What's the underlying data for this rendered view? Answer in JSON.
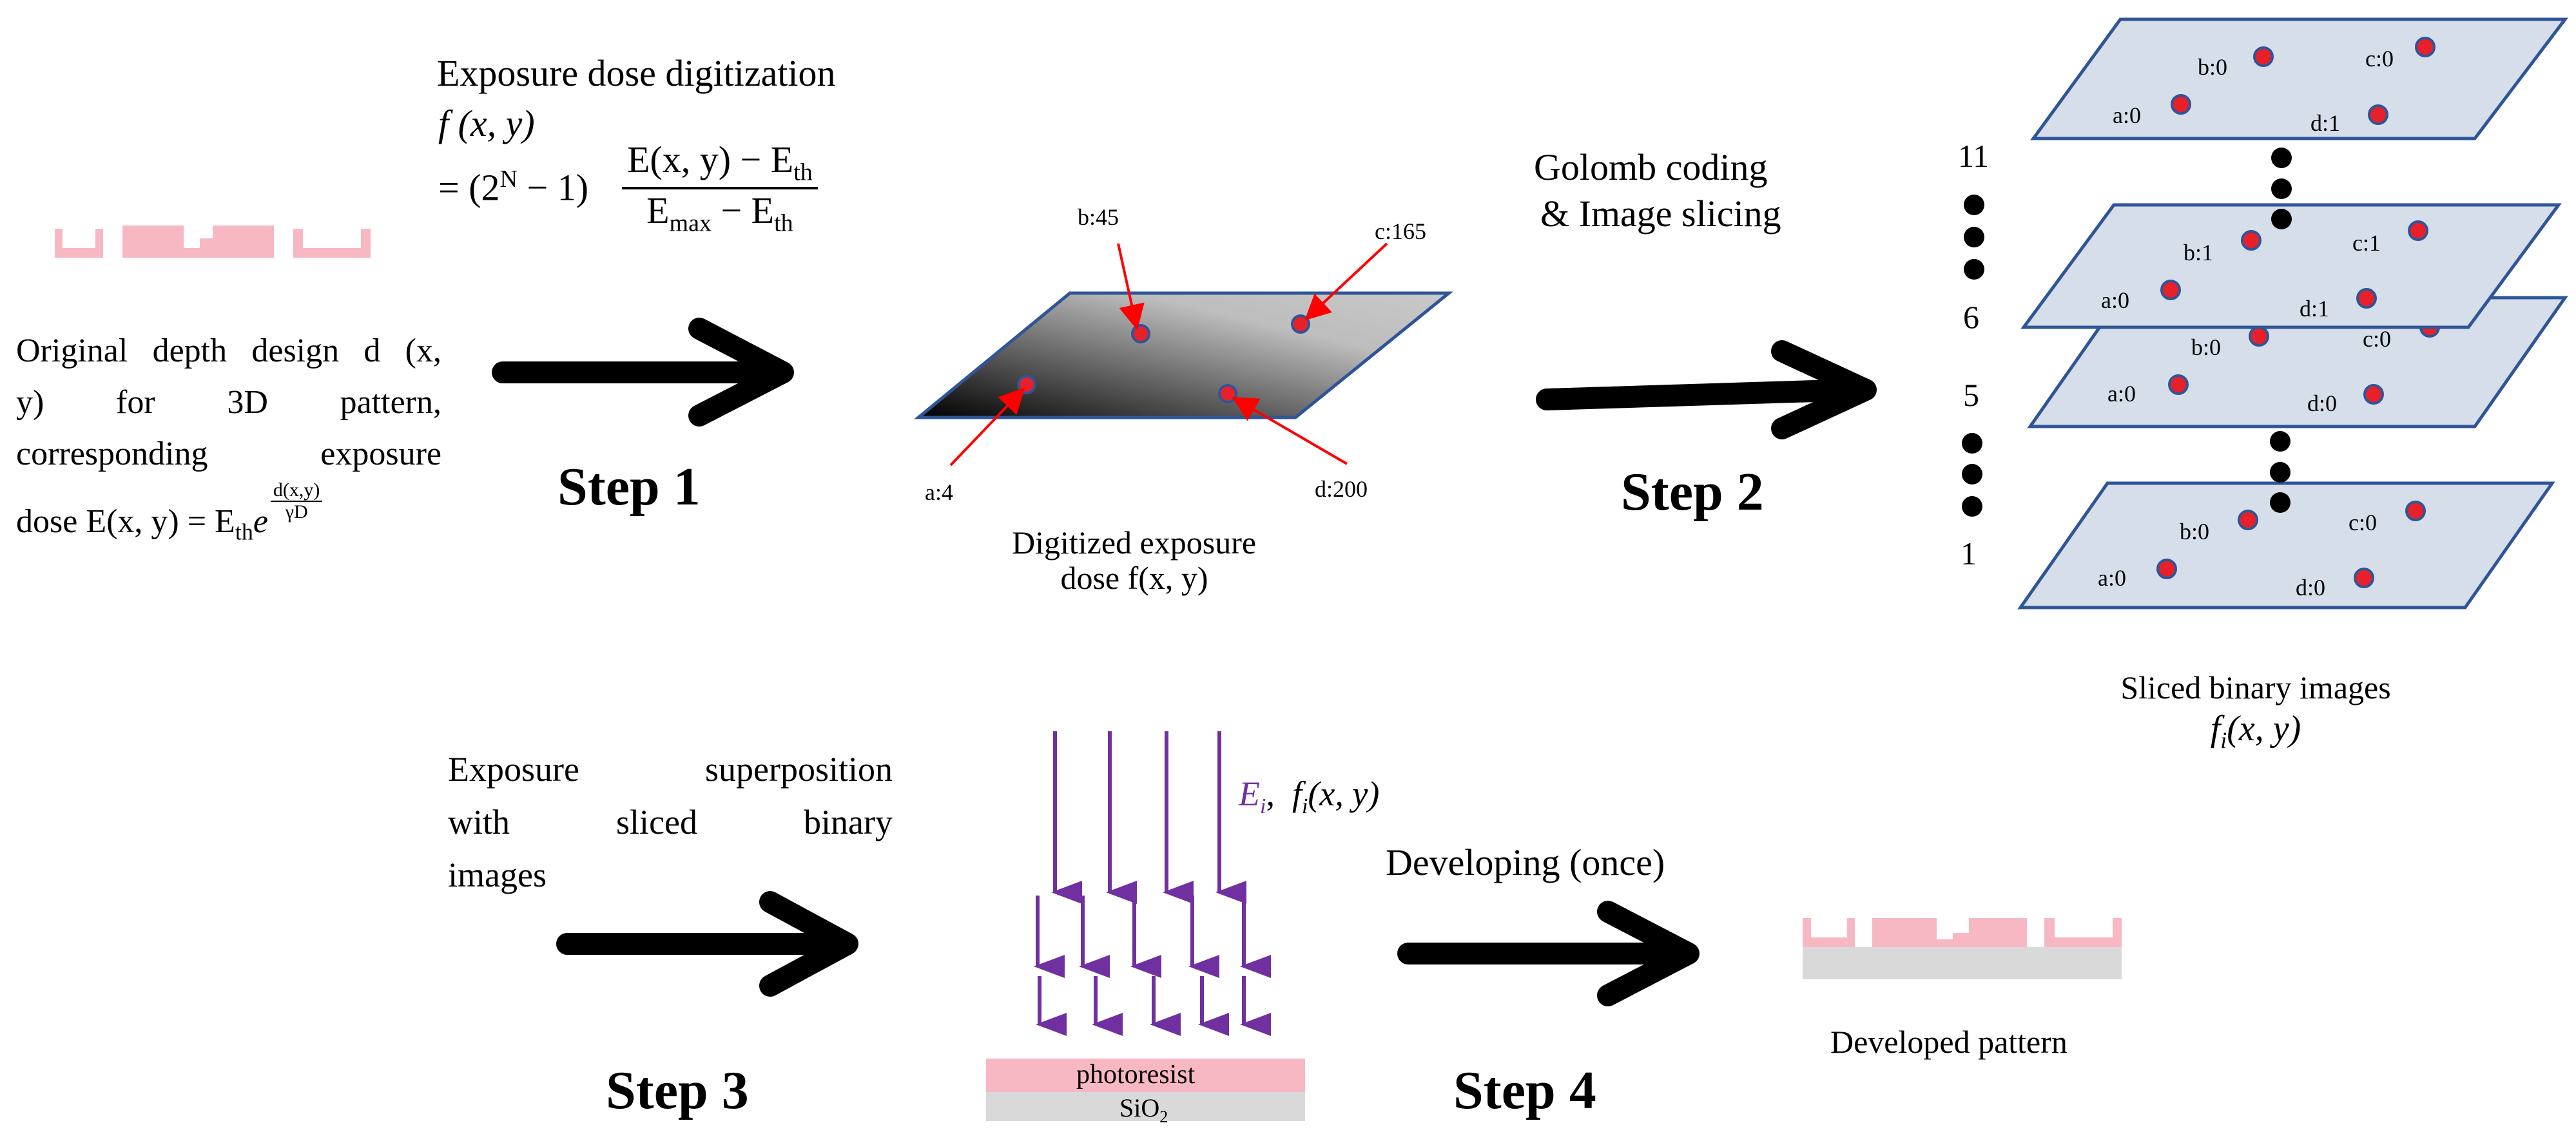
{
  "original": {
    "line1": "Original depth design d (x,",
    "line2": "y)  for  3D  pattern,",
    "line3": "corresponding   exposure",
    "line4": "dose E(x, y) = E",
    "sub": "th",
    "e": "e",
    "frac_num": "d(x,y)",
    "frac_den": "γD"
  },
  "digitization": {
    "title": "Exposure dose digitization",
    "fxy": "f (x, y)",
    "eq_prefix": "= (2",
    "eq_exp": "N",
    "eq_mid": " − 1)",
    "num": "E(x, y) − E",
    "num_sub": "th",
    "den": "E",
    "den_sub1": "max",
    "den_mid": " − E",
    "den_sub2": "th"
  },
  "step_labels": {
    "s1": "Step 1",
    "s2": "Step 2",
    "s3": "Step 3",
    "s4": "Step 4"
  },
  "digitized": {
    "caption1": "Digitized exposure",
    "caption2": "dose f(x, y)",
    "points": {
      "a": "a:4",
      "b": "b:45",
      "c": "c:165",
      "d": "d:200"
    }
  },
  "golomb": {
    "line1": "Golomb coding",
    "line2": "& Image slicing"
  },
  "stack_index": {
    "i11": "11",
    "i6": "6",
    "i5": "5",
    "i1": "1"
  },
  "slices": {
    "top": {
      "a": "a:0",
      "b": "b:0",
      "c": "c:0",
      "d": "d:1"
    },
    "upper": {
      "a": "a:0",
      "b": "b:1",
      "c": "c:1",
      "d": "d:1"
    },
    "lower": {
      "a": "a:0",
      "b": "b:0",
      "c": "c:0",
      "d": "d:0"
    },
    "bottom": {
      "a": "a:0",
      "b": "b:0",
      "c": "c:0",
      "d": "d:0"
    },
    "caption1": "Sliced binary images",
    "caption2": "f"
  },
  "superposition": {
    "line1": "Exposure superposition",
    "line2": "with sliced binary",
    "line3": "images"
  },
  "exposure_label": {
    "e": "E",
    "e_sub": "i",
    "f": "f",
    "f_sub": "i",
    "args": "(x, y)"
  },
  "layers": {
    "photoresist": "photoresist",
    "sio2": "SiO",
    "sio2_sub": "2"
  },
  "developing": "Developing (once)",
  "developed": "Developed pattern",
  "colors": {
    "pink": "#f7b8c4",
    "slice_fill": "#d6deea",
    "slice_edge": "#2f5597",
    "dot_red": "#e8202a",
    "dot_edge": "#2f5597",
    "purple": "#7030a0",
    "red_arrow": "#ff0000",
    "sio2": "#d9d9d9"
  }
}
